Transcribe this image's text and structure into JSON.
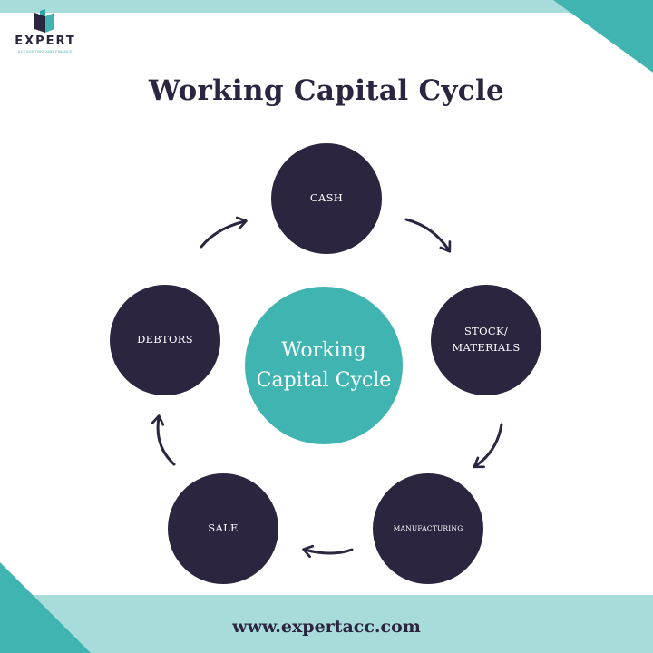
{
  "brand": {
    "name": "EXPERT",
    "tagline": "ACCOUNTING AND FINANCE"
  },
  "title": "Working Capital Cycle",
  "center": {
    "line1": "Working",
    "line2": "Capital Cycle"
  },
  "nodes": [
    {
      "id": "cash",
      "lines": [
        "CASH"
      ]
    },
    {
      "id": "stock",
      "lines": [
        "STOCK/",
        "MATERIALS"
      ]
    },
    {
      "id": "manufacturing",
      "lines": [
        "MANUFACTURING"
      ]
    },
    {
      "id": "sale",
      "lines": [
        "SALE"
      ]
    },
    {
      "id": "debtors",
      "lines": [
        "DEBTORS"
      ]
    }
  ],
  "flow": [
    "cash",
    "stock",
    "manufacturing",
    "sale",
    "debtors",
    "cash"
  ],
  "footer": {
    "url": "www.expertacc.com"
  },
  "colors": {
    "node": "#2b2540",
    "center": "#3fb4b1",
    "accent": "#a8dcdb",
    "corner": "#3fb4b1",
    "text_dark": "#2b2540"
  }
}
